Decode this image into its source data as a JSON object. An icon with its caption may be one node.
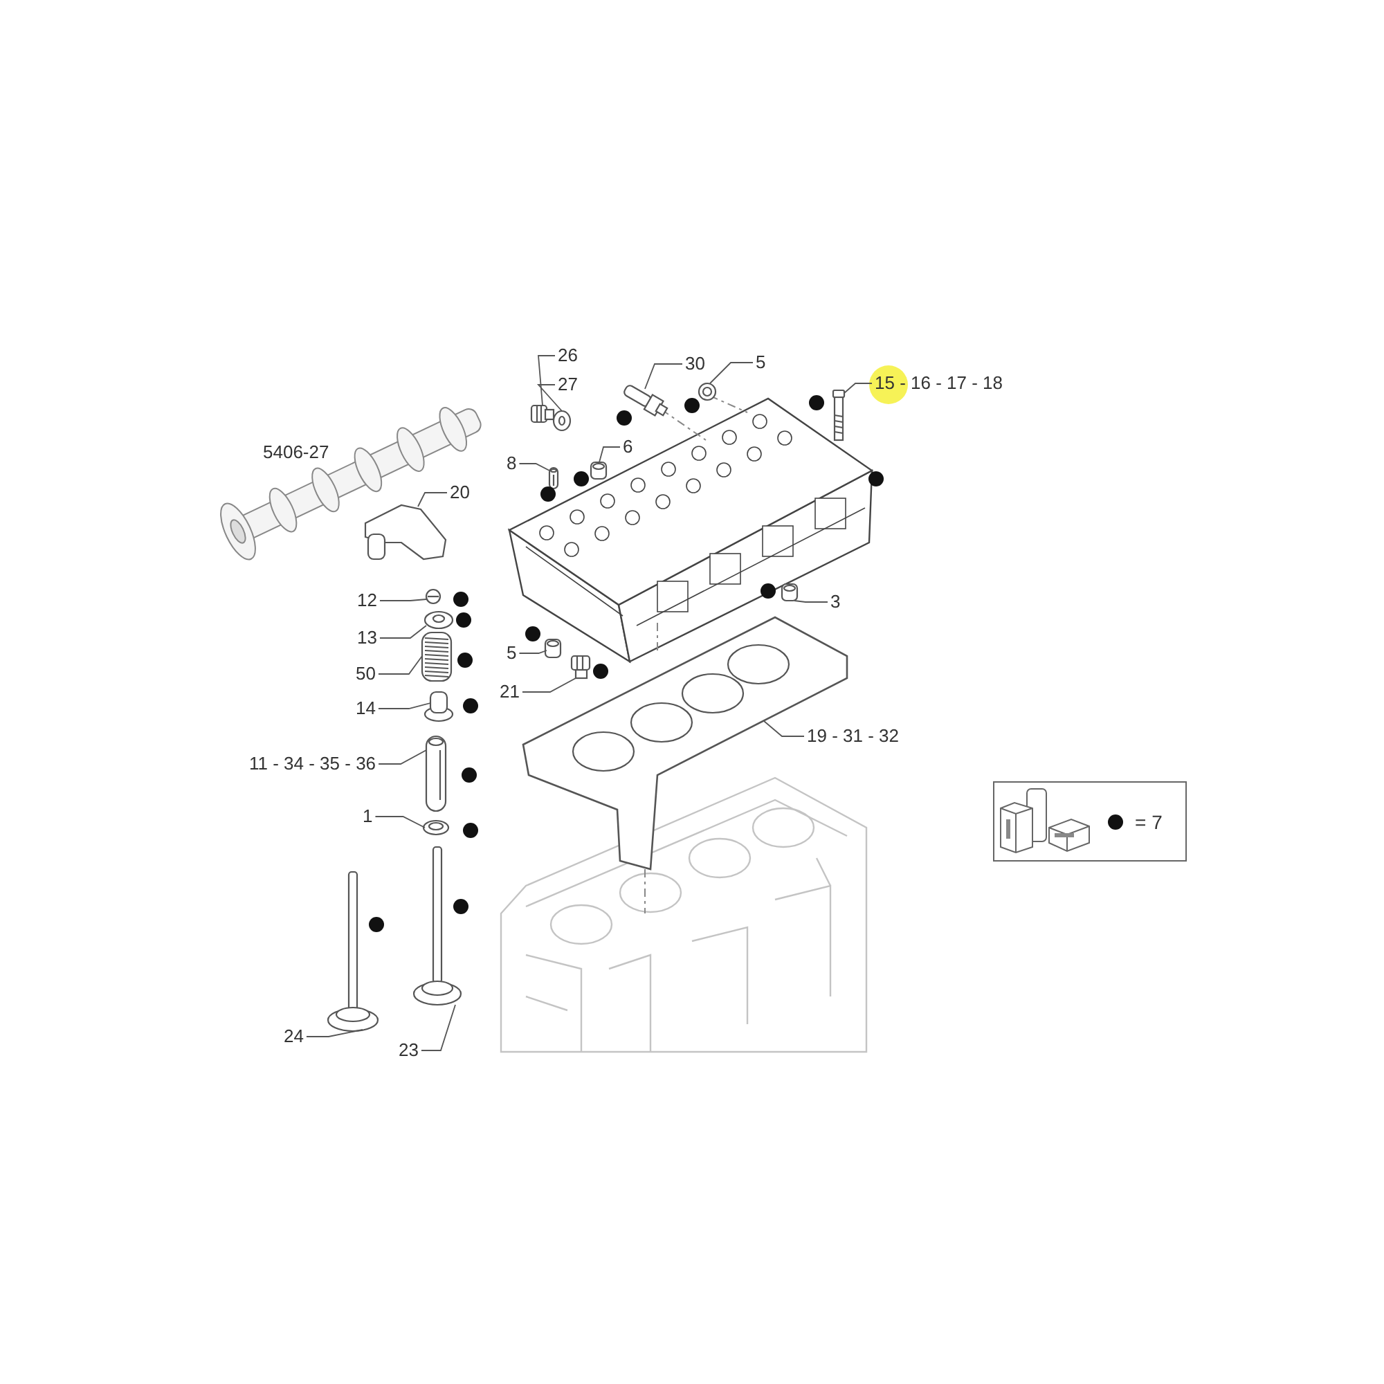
{
  "diagram": {
    "nodes": [
      {
        "text": [
          "26"
        ]
      },
      {
        "text": [],
        "shape": "picture"
      },
      {
        "text": [
          "27"
        ]
      },
      {
        "text": [],
        "shape": "picture"
      },
      {
        "text": [
          "30"
        ]
      },
      {
        "text": [],
        "shape": "picture"
      },
      {
        "text": [
          "5"
        ]
      },
      {
        "text": [],
        "shape": "picture"
      },
      {
        "text": [
          "15 - 16 - 17 - 18"
        ]
      },
      {
        "text": [],
        "shape": "picture"
      },
      {
        "text": [
          "8"
        ]
      },
      {
        "text": [],
        "shape": "picture"
      },
      {
        "text": [
          "6"
        ]
      },
      {
        "text": [],
        "shape": "picture"
      },
      {
        "text": [
          "20"
        ]
      },
      {
        "text": [],
        "shape": "picture"
      },
      {
        "text": [
          "12"
        ]
      },
      {
        "text": [],
        "shape": "picture"
      },
      {
        "text": [
          "13"
        ]
      },
      {
        "text": [],
        "shape": "picture"
      },
      {
        "text": [
          "50"
        ]
      },
      {
        "text": [],
        "shape": "picture"
      },
      {
        "text": [
          "14"
        ]
      },
      {
        "text": [],
        "shape": "picture"
      },
      {
        "text": [
          "11 - 34 - 35 - 36"
        ]
      },
      {
        "text": [],
        "shape": "picture"
      },
      {
        "text": [
          "1"
        ]
      },
      {
        "text": [],
        "shape": "picture"
      },
      {
        "text": [
          "3"
        ]
      },
      {
        "text": [],
        "shape": "picture"
      },
      {
        "text": [
          "5"
        ]
      },
      {
        "text": [],
        "shape": "picture"
      },
      {
        "text": [
          "21"
        ]
      },
      {
        "text": [],
        "shape": "picture"
      },
      {
        "text": [
          "19 - 31 - 32"
        ]
      },
      {
        "text": [],
        "shape": "picture"
      },
      {
        "text": [
          "24"
        ]
      },
      {
        "text": [],
        "shape": "picture"
      },
      {
        "text": [
          "23"
        ]
      },
      {
        "text": [],
        "shape": "picture"
      }
    ],
    "edges": [
      {
        "from": 0,
        "to": 1,
        "arrow": "none"
      },
      {
        "from": 2,
        "to": 3,
        "arrow": "none"
      },
      {
        "from": 4,
        "to": 5,
        "arrow": "none"
      },
      {
        "from": 6,
        "to": 7,
        "arrow": "none"
      },
      {
        "from": 8,
        "to": 9,
        "arrow": "none"
      },
      {
        "from": 10,
        "to": 11,
        "arrow": "none"
      },
      {
        "from": 12,
        "to": 13,
        "arrow": "none"
      },
      {
        "from": 14,
        "to": 15,
        "arrow": "none"
      },
      {
        "from": 16,
        "to": 17,
        "arrow": "none"
      },
      {
        "from": 18,
        "to": 19,
        "arrow": "none"
      },
      {
        "from": 20,
        "to": 21,
        "arrow": "none"
      },
      {
        "from": 22,
        "to": 23,
        "arrow": "none"
      },
      {
        "from": 24,
        "to": 25,
        "arrow": "none"
      },
      {
        "from": 26,
        "to": 27,
        "arrow": "none"
      },
      {
        "from": 28,
        "to": 29,
        "arrow": "none"
      },
      {
        "from": 30,
        "to": 31,
        "arrow": "none"
      },
      {
        "from": 32,
        "to": 33,
        "arrow": "none"
      },
      {
        "from": 34,
        "to": 35,
        "arrow": "none"
      },
      {
        "from": 36,
        "to": 37,
        "arrow": "none"
      },
      {
        "from": 38,
        "to": 39,
        "arrow": "none"
      }
    ],
    "labels": [
      "5406-27"
    ],
    "legend": [
      {
        "text": "= 7"
      }
    ]
  }
}
